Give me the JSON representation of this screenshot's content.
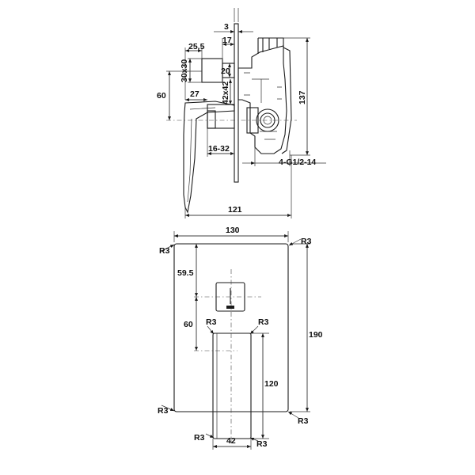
{
  "side_view": {
    "dims": {
      "d3": "3",
      "d17": "17",
      "d25_5": "25.5",
      "d30x30": "30x30",
      "d20": "20",
      "d42x42": "42x42",
      "d60": "60",
      "d27": "27",
      "d137": "137",
      "d16_32": "16-32",
      "thread": "4-G1/2-14",
      "d121": "121"
    }
  },
  "front_view": {
    "dims": {
      "width": "130",
      "height": "190",
      "d59_5": "59.5",
      "d60": "60",
      "handle_height": "120",
      "handle_width": "42",
      "r_plate_tl": "R3",
      "r_plate_tr": "R3",
      "r_plate_bl": "R3",
      "r_plate_br": "R3",
      "r_handle_tl": "R3",
      "r_handle_tr": "R3",
      "r_handle_bl": "R3",
      "r_handle_br": "R3"
    }
  }
}
